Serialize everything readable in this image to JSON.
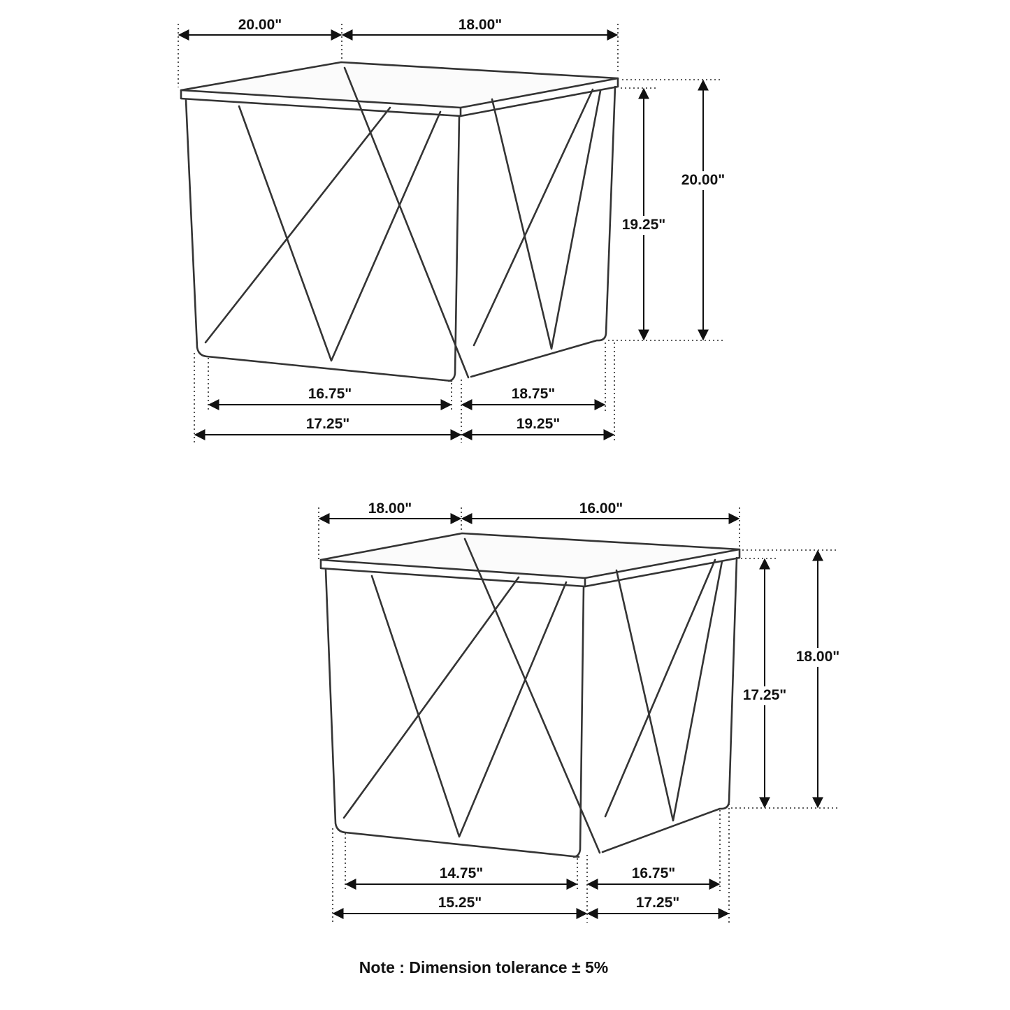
{
  "diagram": {
    "note": "Note : Dimension tolerance ± 5%",
    "table1": {
      "top_width": "20.00\"",
      "top_depth": "18.00\"",
      "leg_height": "19.25\"",
      "overall_height": "20.00\"",
      "base_left_inner": "16.75\"",
      "base_right_inner": "18.75\"",
      "base_left_outer": "17.25\"",
      "base_right_outer": "19.25\""
    },
    "table2": {
      "top_width": "18.00\"",
      "top_depth": "16.00\"",
      "leg_height": "17.25\"",
      "overall_height": "18.00\"",
      "base_left_inner": "14.75\"",
      "base_right_inner": "16.75\"",
      "base_left_outer": "15.25\"",
      "base_right_outer": "17.25\""
    }
  }
}
